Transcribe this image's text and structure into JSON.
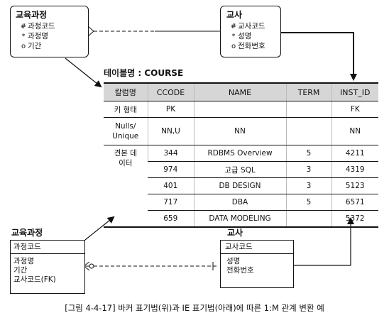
{
  "barker": {
    "course_entity": {
      "title": "교육과정",
      "attributes": [
        {
          "symbol": "#",
          "name": "과정코드"
        },
        {
          "symbol": "*",
          "name": "과정명"
        },
        {
          "symbol": "o",
          "name": "기간"
        }
      ]
    },
    "teacher_entity": {
      "title": "교사",
      "attributes": [
        {
          "symbol": "#",
          "name": "교사코드"
        },
        {
          "symbol": "*",
          "name": "성명"
        },
        {
          "symbol": "o",
          "name": "전화번호"
        }
      ]
    }
  },
  "table": {
    "title": "테이블명 : COURSE",
    "headers": [
      "칼럼명",
      "CCODE",
      "NAME",
      "TERM",
      "INST_ID"
    ],
    "key_type_row": {
      "label": "키 형태",
      "values": [
        "PK",
        "",
        "",
        "FK"
      ]
    },
    "nulls_row": {
      "label": "Nulls/ Unique",
      "values": [
        "NN,U",
        "NN",
        "",
        "NN"
      ]
    },
    "sample_label": "견본 데이터",
    "rows": [
      [
        "344",
        "RDBMS Overview",
        "5",
        "4211"
      ],
      [
        "974",
        "고급 SQL",
        "3",
        "4319"
      ],
      [
        "401",
        "DB DESIGN",
        "3",
        "5123"
      ],
      [
        "717",
        "DBA",
        "5",
        "6571"
      ],
      [
        "659",
        "DATA MODELING",
        "",
        "5372"
      ]
    ]
  },
  "ie": {
    "course_entity": {
      "title": "교육과정",
      "key": "과정코드",
      "attributes": [
        "과정명",
        "기간",
        "교사코드(FK)"
      ]
    },
    "teacher_entity": {
      "title": "교사",
      "key": "교사코드",
      "attributes": [
        "성명",
        "전화번호"
      ]
    }
  },
  "caption": "[그림 4-4-17] 바커 표기법(위)과 IE 표기법(아래)에 따른 1:M 관계 변환 예"
}
